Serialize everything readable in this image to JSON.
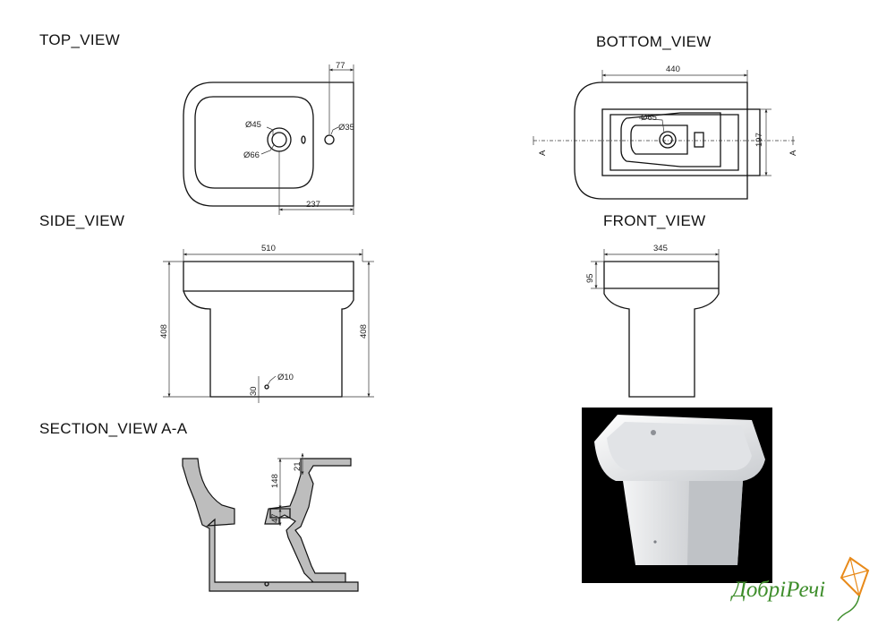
{
  "views": {
    "top": "TOP_VIEW",
    "bottom": "BOTTOM_VIEW",
    "side": "SIDE_VIEW",
    "front": "FRONT_VIEW",
    "section": "SECTION_VIEW  A-A"
  },
  "dimensions": {
    "top_77": "77",
    "top_d45": "Ø45",
    "top_d35": "Ø35",
    "top_d66": "Ø66",
    "top_237": "237",
    "bottom_440": "440",
    "bottom_d65": "Ø65",
    "bottom_197": "197",
    "bottom_section_left": "A",
    "bottom_section_right": "A",
    "side_510": "510",
    "side_408_left": "408",
    "side_408_right": "408",
    "side_d10": "Ø10",
    "side_30": "30",
    "front_345": "345",
    "front_95": "95",
    "section_148": "148",
    "section_21": "21",
    "section_47": "47"
  },
  "logo": {
    "text": "ДобріРечі",
    "colors": {
      "green": "#3f8e2c",
      "orange": "#e88a1a"
    }
  },
  "colors": {
    "line": "#111111",
    "background": "#ffffff",
    "photo_bg": "#000000"
  }
}
